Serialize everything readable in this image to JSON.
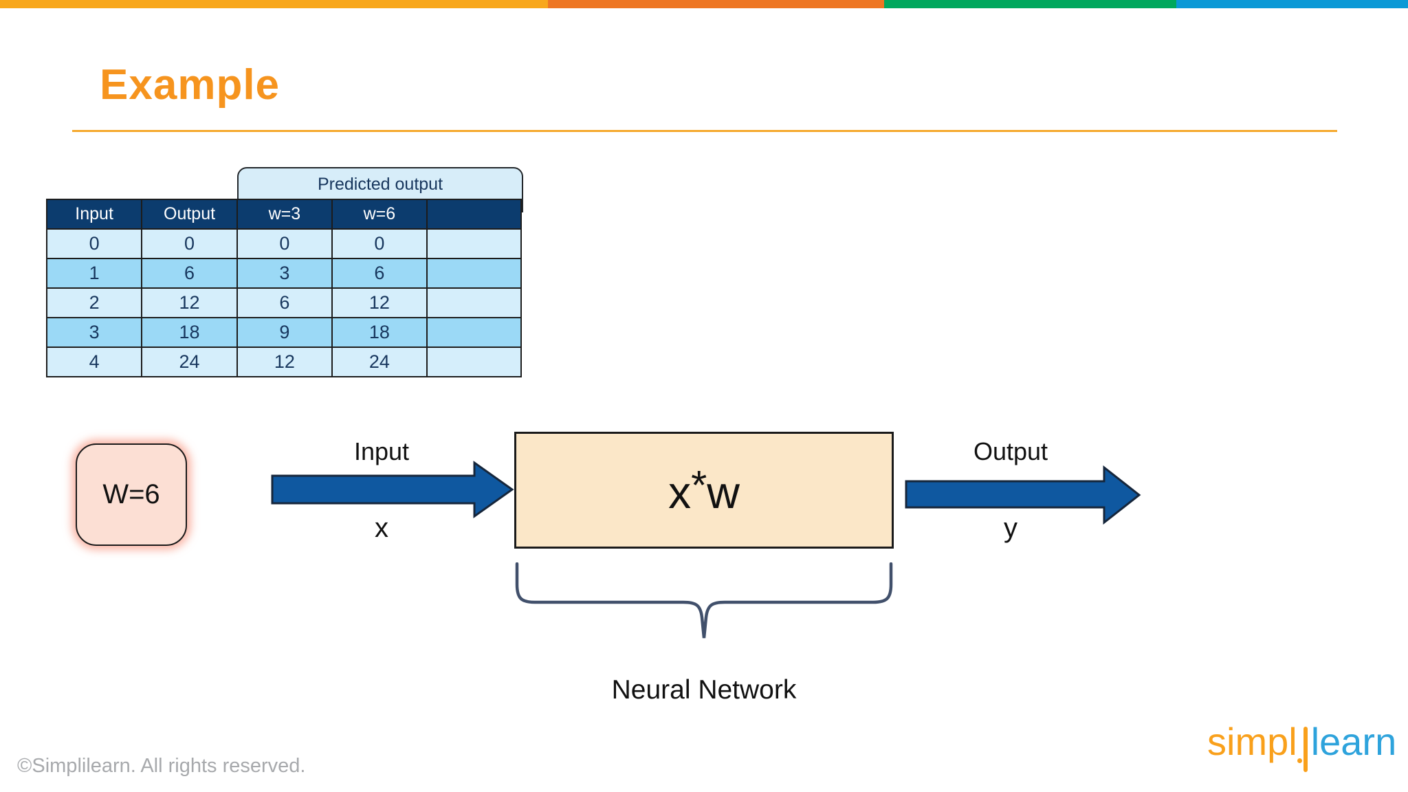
{
  "slide": {
    "title": "Example",
    "copyright": "©Simplilearn. All rights reserved.",
    "logo": {
      "part1": "simpl",
      "part2": "learn"
    }
  },
  "top_bar": {
    "colors": [
      "#F8A71B",
      "#EE7623",
      "#00A85D",
      "#0B99D6"
    ]
  },
  "table": {
    "tab_label": "Predicted output",
    "headers": [
      "Input",
      "Output",
      "w=3",
      "w=6",
      ""
    ],
    "rows": [
      [
        "0",
        "0",
        "0",
        "0",
        ""
      ],
      [
        "1",
        "6",
        "3",
        "6",
        ""
      ],
      [
        "2",
        "12",
        "6",
        "12",
        ""
      ],
      [
        "3",
        "18",
        "9",
        "18",
        ""
      ],
      [
        "4",
        "24",
        "12",
        "24",
        ""
      ]
    ]
  },
  "diagram": {
    "weight_box": "W=6",
    "input_label": "Input",
    "input_var": "x",
    "box_x": "x",
    "box_star": "*",
    "box_w": "w",
    "output_label": "Output",
    "output_var": "y",
    "brace_label": "Neural Network",
    "arrow_color": "#0F58A0",
    "arrow_border": "#16263B",
    "brace_color": "#41506B"
  }
}
